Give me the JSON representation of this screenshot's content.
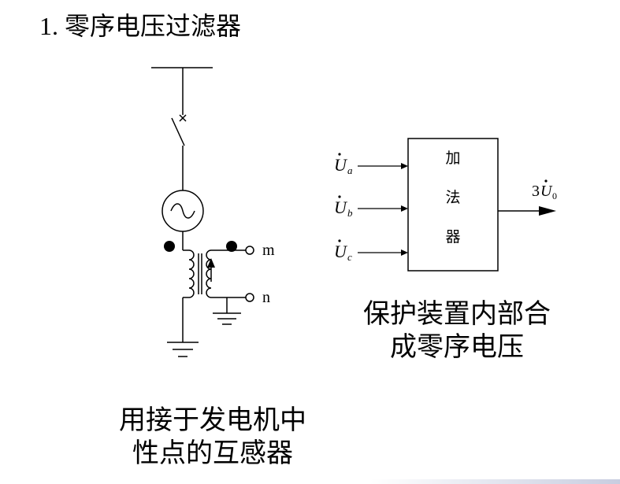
{
  "heading": {
    "number": "1.",
    "title": "零序电压过滤器"
  },
  "ct": {
    "terminal_m": "m",
    "terminal_n": "n"
  },
  "adder": {
    "label_chars": [
      "加",
      "法",
      "器"
    ],
    "inputs": [
      {
        "symbol": "U",
        "subscript": "a"
      },
      {
        "symbol": "U",
        "subscript": "b"
      },
      {
        "symbol": "U",
        "subscript": "c"
      }
    ],
    "output": {
      "coefficient": "3",
      "symbol": "U",
      "subscript": "0"
    }
  },
  "captions": {
    "right": [
      "保护装置内部合",
      "成零序电压"
    ],
    "bottom": [
      "用接于发电机中",
      "性点的互感器"
    ]
  }
}
